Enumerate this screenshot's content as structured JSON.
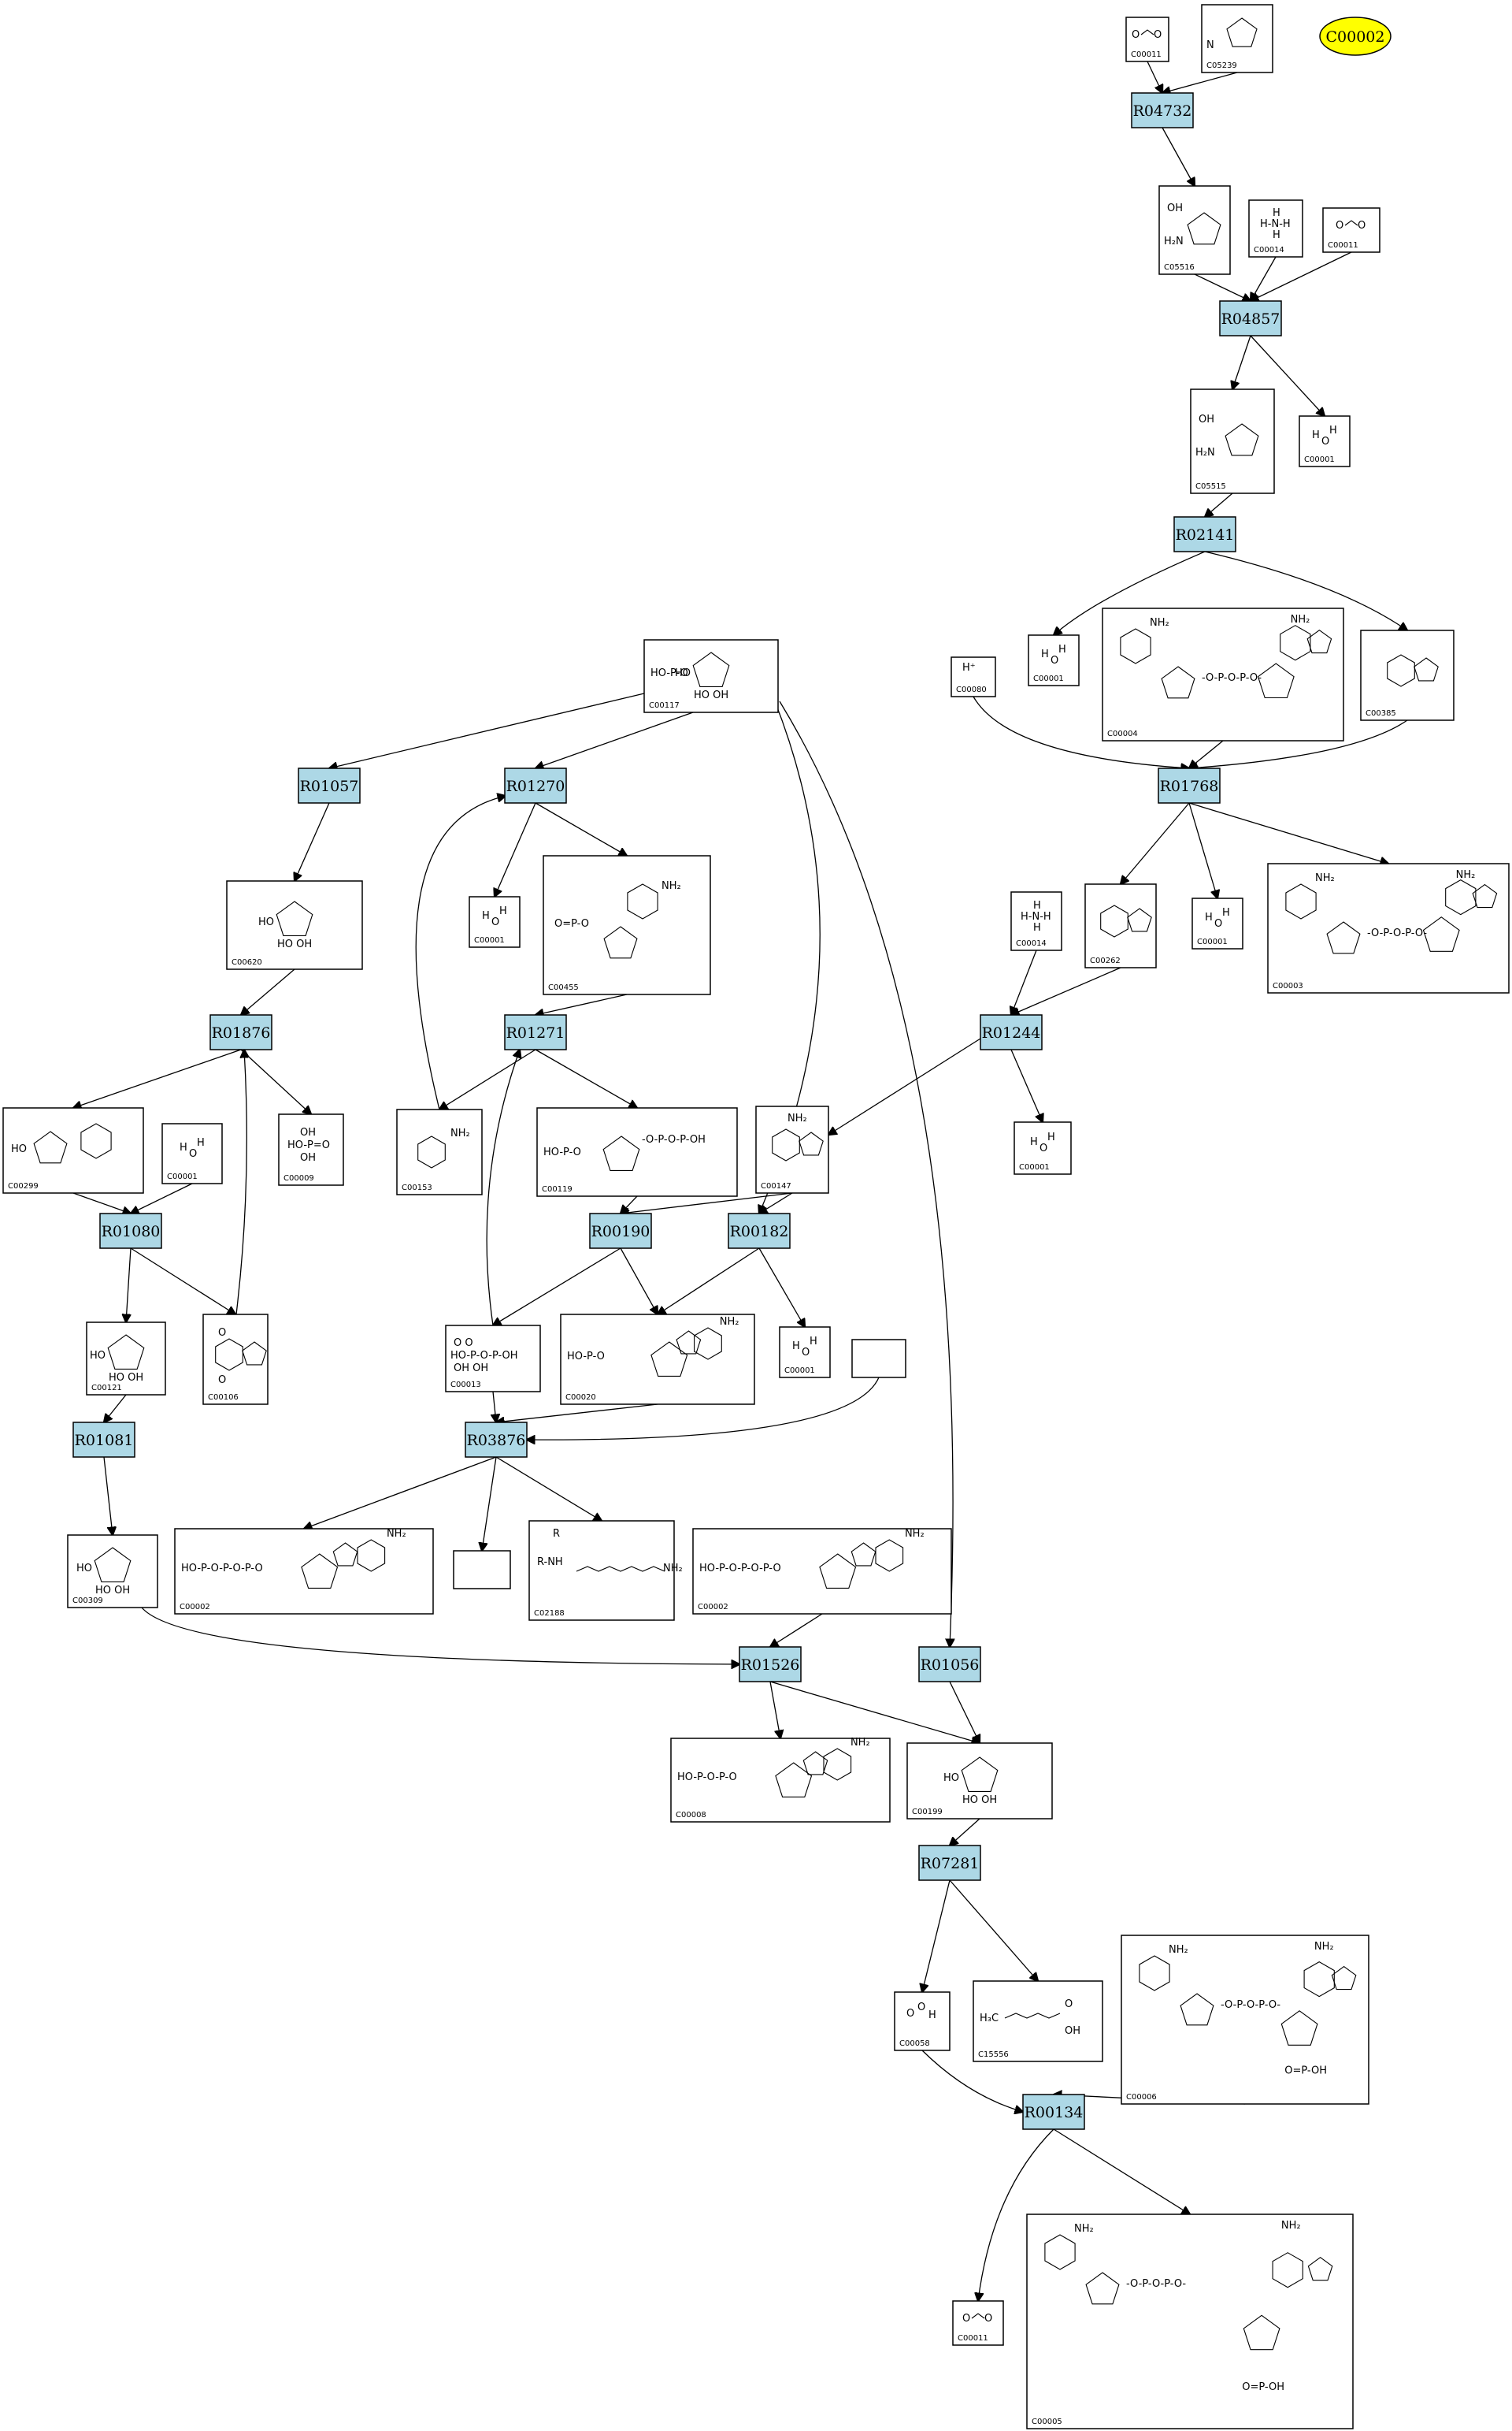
{
  "highlight": {
    "id": "hl",
    "label": "C00002"
  },
  "reactions": [
    {
      "id": "R04732",
      "label": "R04732"
    },
    {
      "id": "R04857",
      "label": "R04857"
    },
    {
      "id": "R02141",
      "label": "R02141"
    },
    {
      "id": "R01768",
      "label": "R01768"
    },
    {
      "id": "R01244",
      "label": "R01244"
    },
    {
      "id": "R01057",
      "label": "R01057"
    },
    {
      "id": "R01270",
      "label": "R01270"
    },
    {
      "id": "R01271",
      "label": "R01271"
    },
    {
      "id": "R01876",
      "label": "R01876"
    },
    {
      "id": "R01080",
      "label": "R01080"
    },
    {
      "id": "R01081",
      "label": "R01081"
    },
    {
      "id": "R00190",
      "label": "R00190"
    },
    {
      "id": "R00182",
      "label": "R00182"
    },
    {
      "id": "R03876",
      "label": "R03876"
    },
    {
      "id": "R01526",
      "label": "R01526"
    },
    {
      "id": "R01056",
      "label": "R01056"
    },
    {
      "id": "R07281",
      "label": "R07281"
    },
    {
      "id": "R00134",
      "label": "R00134"
    }
  ],
  "compounds": [
    {
      "id": "c_00011a",
      "cid": "C00011",
      "glyph": "O=C=O"
    },
    {
      "id": "c_05239",
      "cid": "C05239",
      "glyph": "imidazole"
    },
    {
      "id": "c_05516",
      "cid": "C05516",
      "glyph": "AICA"
    },
    {
      "id": "c_00014a",
      "cid": "C00014",
      "glyph": "NH3"
    },
    {
      "id": "c_00011b",
      "cid": "C00011",
      "glyph": "O=C=O"
    },
    {
      "id": "c_05515",
      "cid": "C05515",
      "glyph": "AICA-amide"
    },
    {
      "id": "c_00001a",
      "cid": "C00001",
      "glyph": "H2O"
    },
    {
      "id": "c_00001b",
      "cid": "C00001",
      "glyph": "H2O"
    },
    {
      "id": "c_00004",
      "cid": "C00004",
      "glyph": "NADH"
    },
    {
      "id": "c_00385",
      "cid": "C00385",
      "glyph": "xanthine"
    },
    {
      "id": "c_00080",
      "cid": "C00080",
      "glyph": "H+"
    },
    {
      "id": "c_00117",
      "cid": "C00117",
      "glyph": "R5P"
    },
    {
      "id": "c_00014b",
      "cid": "C00014",
      "glyph": "NH3"
    },
    {
      "id": "c_00262",
      "cid": "C00262",
      "glyph": "hypoxanthine"
    },
    {
      "id": "c_00001c",
      "cid": "C00001",
      "glyph": "H2O"
    },
    {
      "id": "c_00003a",
      "cid": "C00003",
      "glyph": "NAD+"
    },
    {
      "id": "c_00620",
      "cid": "C00620",
      "glyph": "R1P"
    },
    {
      "id": "c_00001d",
      "cid": "C00001",
      "glyph": "H2O"
    },
    {
      "id": "c_00455",
      "cid": "C00455",
      "glyph": "NMN"
    },
    {
      "id": "c_00299",
      "cid": "C00299",
      "glyph": "uridine"
    },
    {
      "id": "c_00001e",
      "cid": "C00001",
      "glyph": "H2O"
    },
    {
      "id": "c_00009",
      "cid": "C00009",
      "glyph": "Pi"
    },
    {
      "id": "c_00153",
      "cid": "C00153",
      "glyph": "nicotinamide"
    },
    {
      "id": "c_00119",
      "cid": "C00119",
      "glyph": "PRPP"
    },
    {
      "id": "c_00147",
      "cid": "C00147",
      "glyph": "adenine"
    },
    {
      "id": "c_00001f",
      "cid": "C00001",
      "glyph": "H2O"
    },
    {
      "id": "c_00121",
      "cid": "C00121",
      "glyph": "ribose"
    },
    {
      "id": "c_00106",
      "cid": "C00106",
      "glyph": "uracil"
    },
    {
      "id": "c_00013",
      "cid": "C00013",
      "glyph": "PPi"
    },
    {
      "id": "c_00020",
      "cid": "C00020",
      "glyph": "AMP"
    },
    {
      "id": "c_00001g",
      "cid": "C00001",
      "glyph": "H2O"
    },
    {
      "id": "c_00309",
      "cid": "C00309",
      "glyph": "ribulose"
    },
    {
      "id": "c_00002a",
      "cid": "C00002",
      "glyph": "ATP"
    },
    {
      "id": "c_02188",
      "cid": "C02188",
      "glyph": "lysine"
    },
    {
      "id": "c_00002b",
      "cid": "C00002",
      "glyph": "ATP"
    },
    {
      "id": "c_00008",
      "cid": "C00008",
      "glyph": "ADP"
    },
    {
      "id": "c_00199",
      "cid": "C00199",
      "glyph": "Ru5P"
    },
    {
      "id": "c_00058",
      "cid": "C00058",
      "glyph": "formate"
    },
    {
      "id": "c_15556",
      "cid": "C15556",
      "glyph": "DHAP-like"
    },
    {
      "id": "c_00006",
      "cid": "C00006",
      "glyph": "NADP+"
    },
    {
      "id": "c_00011c",
      "cid": "C00011",
      "glyph": "O=C=O"
    },
    {
      "id": "c_00005",
      "cid": "C00005",
      "glyph": "NADPH"
    }
  ],
  "blanks": [
    {
      "id": "blank1"
    },
    {
      "id": "blank2"
    }
  ]
}
